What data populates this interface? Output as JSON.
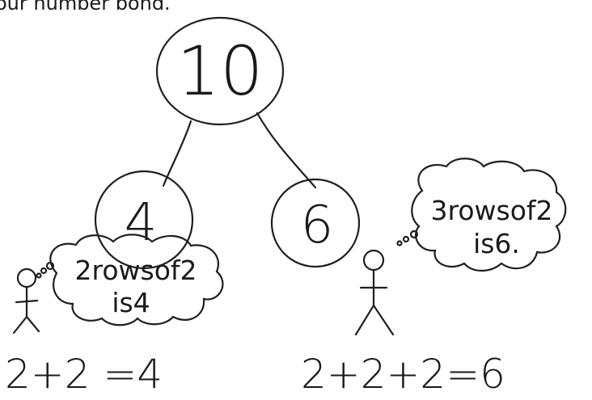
{
  "header": {
    "text": "our number bond."
  },
  "bond": {
    "whole": "10",
    "part_left": "4",
    "part_right": "6"
  },
  "left_figure": {
    "thought_line1": "2rowsof2",
    "thought_line2": "is4",
    "equation": "2+2 =4"
  },
  "right_figure": {
    "thought_line1": "3rowsof2",
    "thought_line2": "is6.",
    "equation": "2+2+2=6"
  },
  "colors": {
    "ink": "#1f1f1f",
    "paper": "#ffffff"
  }
}
